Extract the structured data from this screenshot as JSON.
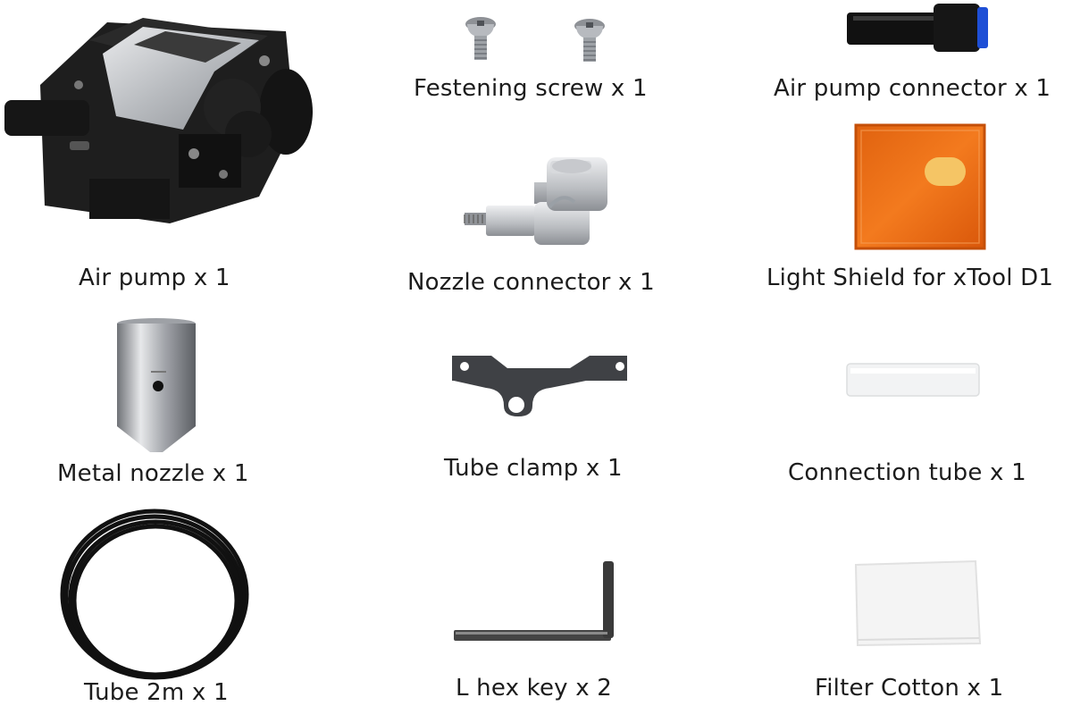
{
  "items": [
    {
      "name": "Air pump",
      "label": "Air pump x 1"
    },
    {
      "name": "Festening screw",
      "label": "Festening screw x 1"
    },
    {
      "name": "Air pump connector",
      "label": "Air pump connector  x 1"
    },
    {
      "name": "Nozzle connector",
      "label": "Nozzle connector x 1"
    },
    {
      "name": "Light Shield",
      "label": "Light Shield for xTool D1"
    },
    {
      "name": "Metal nozzle",
      "label": "Metal nozzle x 1"
    },
    {
      "name": "Tube clamp",
      "label": "Tube clamp x 1"
    },
    {
      "name": "Connection tube",
      "label": "Connection tube x 1"
    },
    {
      "name": "Tube 2m",
      "label": "Tube 2m x 1"
    },
    {
      "name": "L hex key",
      "label": "L hex key x 2"
    },
    {
      "name": "Filter Cotton",
      "label": "Filter Cotton x 1"
    }
  ],
  "colors": {
    "background": "#ffffff",
    "text": "#1c1c1c",
    "shield_orange": "#f06a1a",
    "connector_blue": "#1e4fd6",
    "metal": "#b9bcc0",
    "black_part": "#1a1a1a"
  }
}
